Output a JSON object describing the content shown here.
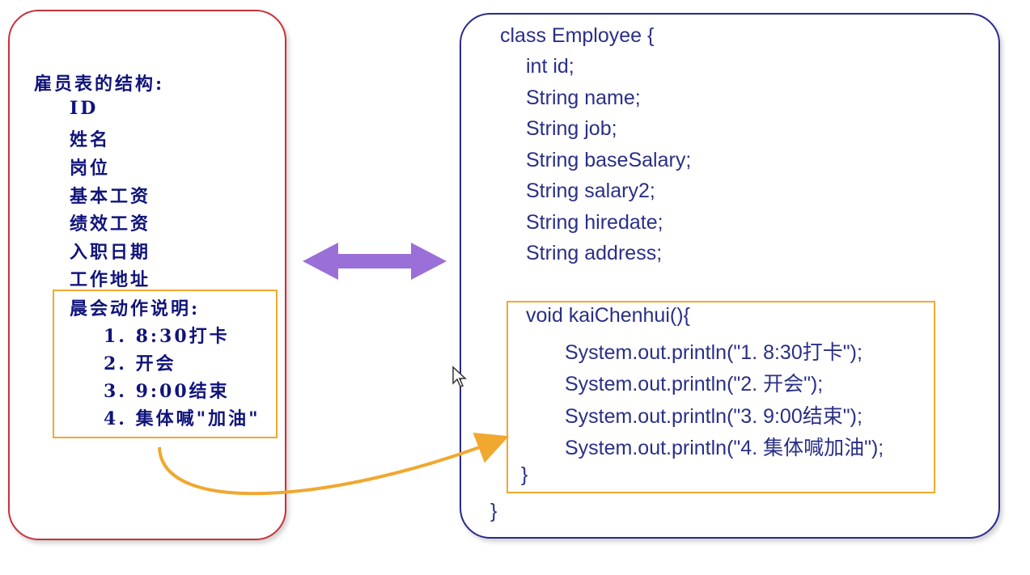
{
  "left": {
    "title": "雇员表的结构:",
    "fields": [
      "ID",
      "姓名",
      "岗位",
      "基本工资",
      "绩效工资",
      "入职日期",
      "工作地址"
    ],
    "action_title": "晨会动作说明:",
    "actions": [
      "1. 8:30打卡",
      "2. 开会",
      "3. 9:00结束",
      "4. 集体喊\"加油\""
    ]
  },
  "right": {
    "class_open": "class  Employee {",
    "fields": [
      "int  id;",
      "String name;",
      "String job;",
      "String baseSalary;",
      "String salary2;",
      "String hiredate;",
      "String address;"
    ],
    "method_open": "void  kaiChenhui(){",
    "method_body": [
      "System.out.println(\"1. 8:30打卡\");",
      "System.out.println(\"2. 开会\");",
      "System.out.println(\"3. 9:00结束\");",
      "System.out.println(\"4. 集体喊加油\");"
    ],
    "method_close": "}",
    "class_close": "}"
  },
  "colors": {
    "left_border": "#c8323a",
    "right_border": "#2a2a8e",
    "highlight": "#f0a830",
    "double_arrow": "#9b6fd8",
    "curve_arrow": "#f0a830",
    "text": "#10147a"
  }
}
